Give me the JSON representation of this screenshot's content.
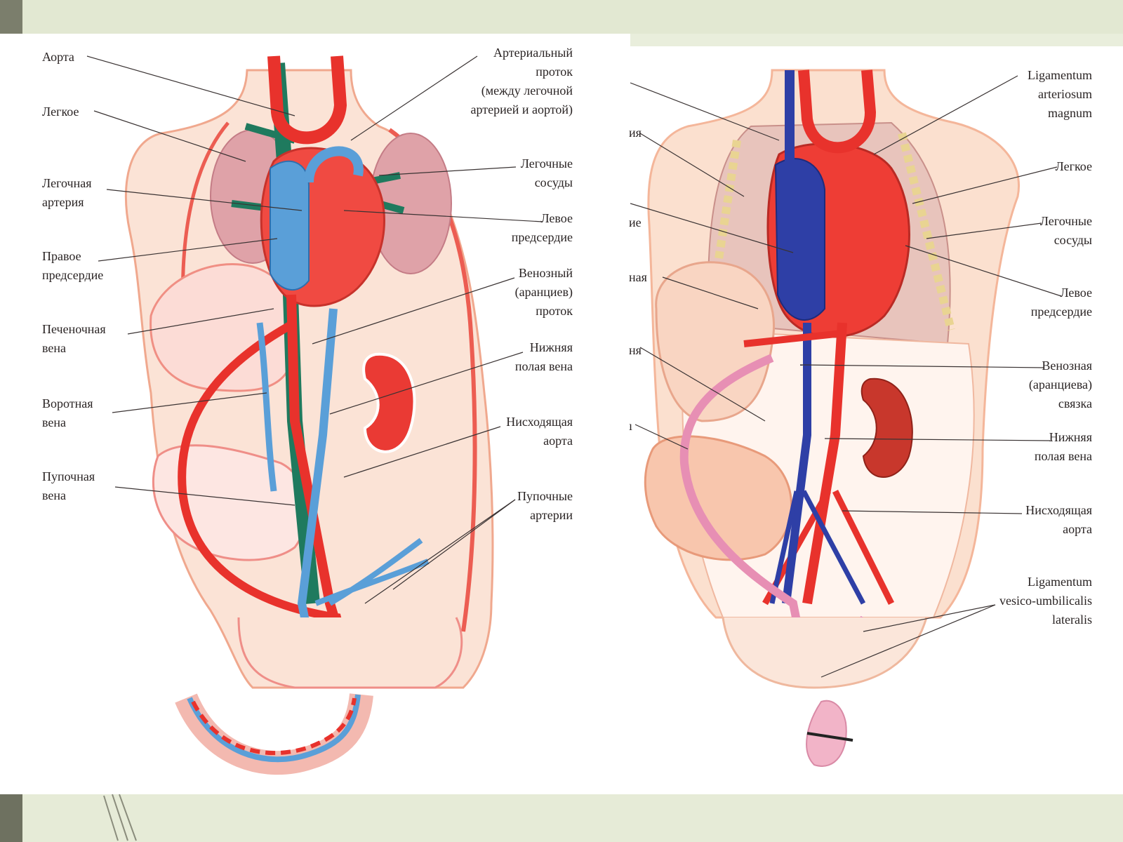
{
  "colors": {
    "artery": "#e8322c",
    "vein_left": "#5a9fd8",
    "vein_right": "#2e3fa6",
    "lymph": "#1f7a5e",
    "skin": "#f9d8c6",
    "lung": "#d89aa2",
    "umbilical_ligament": "#e78fb4"
  },
  "left_panel": {
    "labels_left": [
      "Аорта",
      "Легкое",
      "Легочная\nартерия",
      "Правое\nпредсердие",
      "Печеночная\nвена",
      "Воротная\nвена",
      "Пупочная\nвена"
    ],
    "labels_right": [
      "Артериальный\nпроток\n(между легочной\nартерией и аортой)",
      "Легочные\nсосуды",
      "Левое\nпредсердие",
      "Венозный\n(аранциев)\nпроток",
      "Нижняя\nполая вена",
      "Нисходящая\nаорта",
      "Пупочные\nартерии"
    ]
  },
  "right_panel": {
    "labels_cut": [
      "ия",
      "ие",
      "ная",
      "ня",
      "ı"
    ],
    "labels_right": [
      "Ligamentum\narteriosum\nmagnum",
      "Легкое",
      "Легочные\nсосуды",
      "Левое\nпредсердие",
      "Венозная\n(аранциева)\nсвязка",
      "Нижняя\nполая вена",
      "Нисходящая\nаорта",
      "Ligamentum\nvesico-umbilicalis\nlateralis"
    ]
  }
}
